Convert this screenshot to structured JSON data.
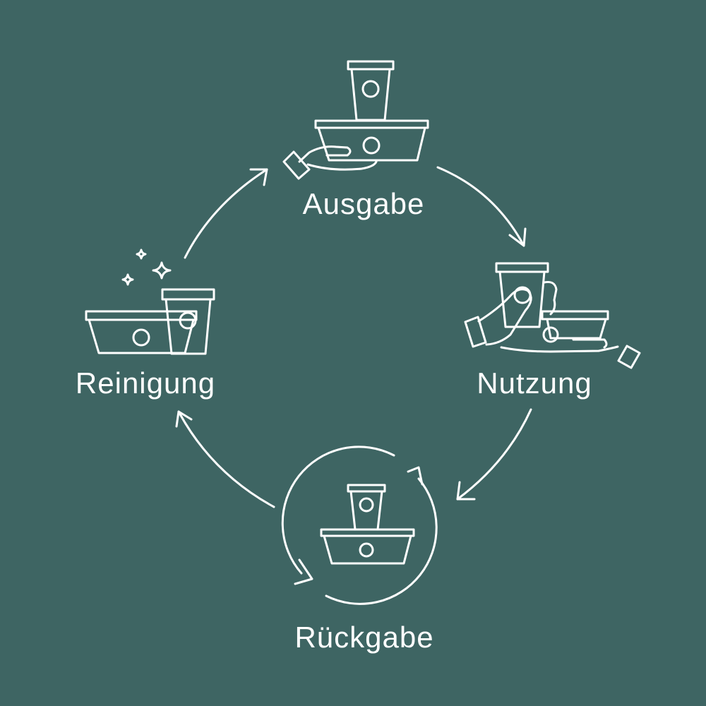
{
  "colors": {
    "background": "#3e6563",
    "foreground": "#ffffff"
  },
  "cycle": {
    "steps": [
      {
        "label": "Ausgabe",
        "icon": "hand-serving-cup-and-bowl-icon"
      },
      {
        "label": "Nutzung",
        "icon": "hands-holding-cup-and-bowl-icon"
      },
      {
        "label": "Rückgabe",
        "icon": "recycle-cup-and-bowl-icon"
      },
      {
        "label": "Reinigung",
        "icon": "clean-sparkling-cup-and-bowl-icon"
      }
    ]
  }
}
